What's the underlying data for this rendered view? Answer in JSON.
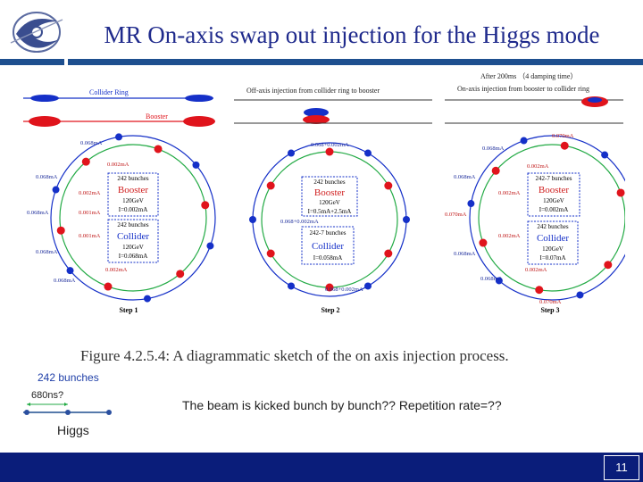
{
  "header": {
    "title": "MR On-axis swap out injection for the Higgs mode"
  },
  "figure": {
    "panel1_ring_label": "Collider Ring",
    "panel1_booster_label": "Booster",
    "panel2_heading": "Off-axis injection from collider ring to booster",
    "panel3_heading_line1": "After 200ms （4 damping time）",
    "panel3_heading_line2": "On-axis injection from booster to collider ring",
    "caption": "Figure 4.2.5.4: A diagrammatic sketch of the on axis injection process.",
    "steps": [
      {
        "name": "Step 1",
        "booster_bunches": "242 bunches",
        "booster_name": "Booster",
        "booster_energy": "120GeV",
        "booster_current": "I=0.002mA",
        "collider_bunches": "242 bunches",
        "collider_name": "Collider",
        "collider_energy": "120GeV",
        "collider_current": "I=0.068mA",
        "labels": [
          "0.068mA",
          "0.002mA",
          "0.068mA",
          "0.002mA",
          "0.068mA",
          "0.001mA",
          "0.001mA",
          "0.068mA",
          "0.002mA",
          "0.068mA"
        ]
      },
      {
        "name": "Step 2",
        "booster_bunches": "242 bunches",
        "booster_name": "Booster",
        "booster_energy": "120GeV",
        "booster_current": "I=0.5mA+2.5mA",
        "collider_bunches": "242-7 bunches",
        "collider_name": "Collider",
        "collider_energy": "",
        "collider_current": "I=0.058mA",
        "labels": [
          "0.068+0.002mA",
          "0.068+0.002mA",
          "0.068+0.002mA"
        ]
      },
      {
        "name": "Step 3",
        "booster_bunches": "242-7 bunches",
        "booster_name": "Booster",
        "booster_energy": "120GeV",
        "booster_current": "I=0.002mA",
        "collider_bunches": "242 bunches",
        "collider_name": "Collider",
        "collider_energy": "120GeV",
        "collider_current": "I=0.07mA",
        "labels": [
          "0.070mA",
          "0.068mA",
          "0.002mA",
          "0.068mA",
          "0.002mA",
          "0.070mA",
          "0.002mA",
          "0.068mA",
          "0.002mA",
          "0.068mA",
          "0.070mA"
        ]
      }
    ]
  },
  "notes": {
    "bunches": "242 bunches",
    "spacing": "680ns?",
    "mode": "Higgs",
    "question": "The beam is kicked bunch by bunch?? Repetition rate=??"
  },
  "footer": {
    "page_number": "11"
  },
  "colors": {
    "title": "#1f2a8c",
    "bar": "#1e4f8f",
    "footer": "#0a1d7a",
    "red_bunch": "#e0141c",
    "blue_bunch": "#1530c8",
    "green_ring": "#22aa44"
  }
}
